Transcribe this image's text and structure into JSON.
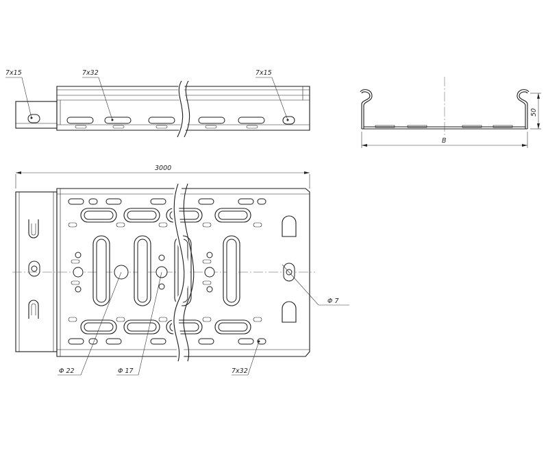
{
  "labels": {
    "side_left": "7x15",
    "side_mid": "7x32",
    "side_right": "7x15",
    "length": "3000",
    "height": "50",
    "width": "B",
    "dia22": "Φ 22",
    "dia17": "Φ 17",
    "dia7": "Φ 7",
    "bottom_slot": "7x32"
  }
}
